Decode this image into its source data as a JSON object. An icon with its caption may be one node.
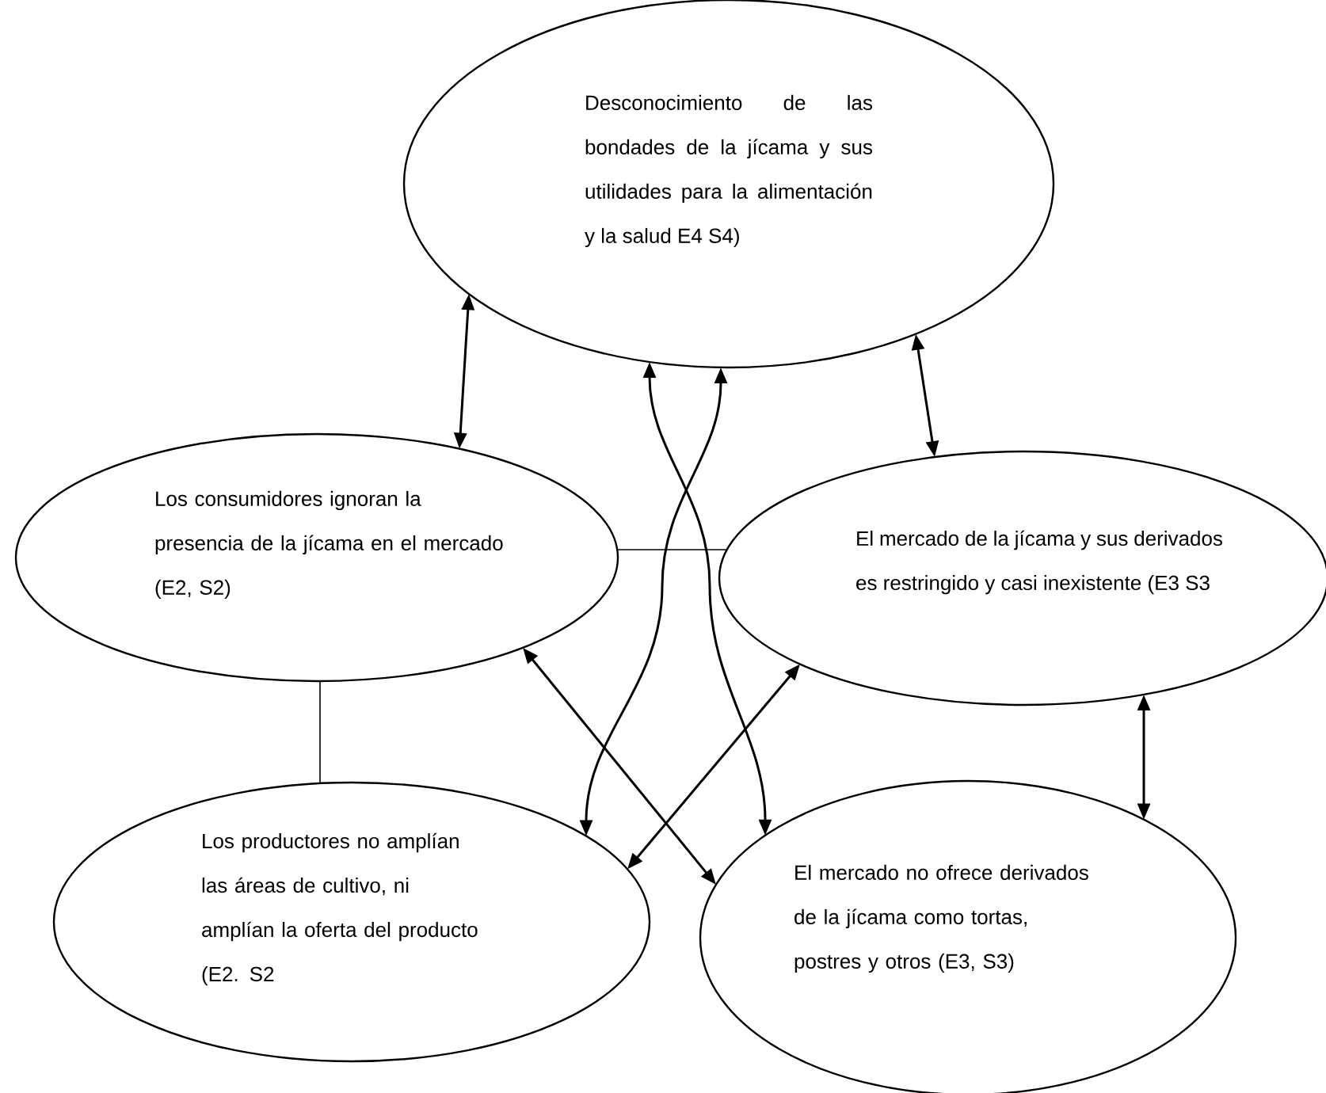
{
  "diagram": {
    "nodes": [
      {
        "text": [
          "Desconocimiento de las bondades de la jícama y sus utilidades para la alimentación y la salud E4 S4)"
        ]
      },
      {
        "text": [
          "Los consumidores ignoran la presencia de la jícama en el mercado (E2, S2)"
        ]
      },
      {
        "text": [
          "El mercado de la jícama y sus derivados es restringido y casi inexistente (E3 S3"
        ]
      },
      {
        "text": [
          "Los productores no amplían las áreas de cultivo, ni amplían la oferta del producto (E2. S2"
        ]
      },
      {
        "text": [
          "El mercado no ofrece derivados de la jícama como tortas, postres  y otros (E3, S3)"
        ]
      }
    ],
    "edges": [
      {
        "from": 0,
        "to": 1,
        "arrow": "both"
      },
      {
        "from": 0,
        "to": 2,
        "arrow": "both"
      },
      {
        "from": 0,
        "to": 3,
        "arrow": "both"
      },
      {
        "from": 0,
        "to": 4,
        "arrow": "both"
      },
      {
        "from": 1,
        "to": 2,
        "arrow": "none"
      },
      {
        "from": 1,
        "to": 3,
        "arrow": "none"
      },
      {
        "from": 1,
        "to": 4,
        "arrow": "both"
      },
      {
        "from": 3,
        "to": 2,
        "arrow": "both"
      },
      {
        "from": 2,
        "to": 4,
        "arrow": "both"
      }
    ]
  }
}
